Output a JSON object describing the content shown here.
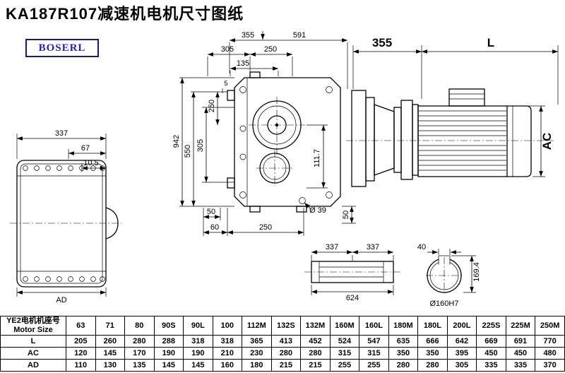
{
  "page": {
    "title": "KA187R107减速机电机尺寸图纸",
    "logo": "BOSERL"
  },
  "dims": {
    "lv_width": "337",
    "lv_67": "67",
    "lv_105": "10.5",
    "lv_ad": "AD",
    "cv_355": "355",
    "cv_591": "591",
    "cv_305": "305",
    "cv_250": "250",
    "cv_135": "135",
    "cv_v5": "5",
    "cv_v250": "250",
    "cv_v305": "305",
    "cv_v550": "550",
    "cv_v942": "942",
    "cv_1117": "111.7",
    "cv_b50": "50",
    "cv_b60": "60",
    "cv_b250": "250",
    "cv_phi39": "Ø 39",
    "cv_r50": "50",
    "rv_355": "355",
    "rv_L": "L",
    "rv_AC": "AC",
    "sd_337a": "337",
    "sd_337b": "337",
    "sd_624": "624",
    "sd_40": "40",
    "sd_1694": "169.4",
    "sd_phi160": "Ø160H7"
  },
  "table": {
    "header_cn": "YE2电机机座号",
    "header_en": "Motor Size",
    "columns": [
      "63",
      "71",
      "80",
      "90S",
      "90L",
      "100",
      "112M",
      "132S",
      "132M",
      "160M",
      "160L",
      "180M",
      "180L",
      "200L",
      "225S",
      "225M",
      "250M"
    ],
    "rows": [
      {
        "label": "L",
        "values": [
          "205",
          "260",
          "280",
          "288",
          "318",
          "318",
          "365",
          "413",
          "452",
          "524",
          "547",
          "635",
          "666",
          "642",
          "669",
          "691",
          "770"
        ]
      },
      {
        "label": "AC",
        "values": [
          "120",
          "145",
          "170",
          "190",
          "190",
          "210",
          "230",
          "280",
          "280",
          "315",
          "315",
          "350",
          "350",
          "395",
          "450",
          "450",
          "480"
        ]
      },
      {
        "label": "AD",
        "values": [
          "110",
          "130",
          "135",
          "145",
          "145",
          "160",
          "180",
          "215",
          "215",
          "255",
          "255",
          "280",
          "280",
          "305",
          "335",
          "335",
          "370"
        ]
      }
    ]
  }
}
